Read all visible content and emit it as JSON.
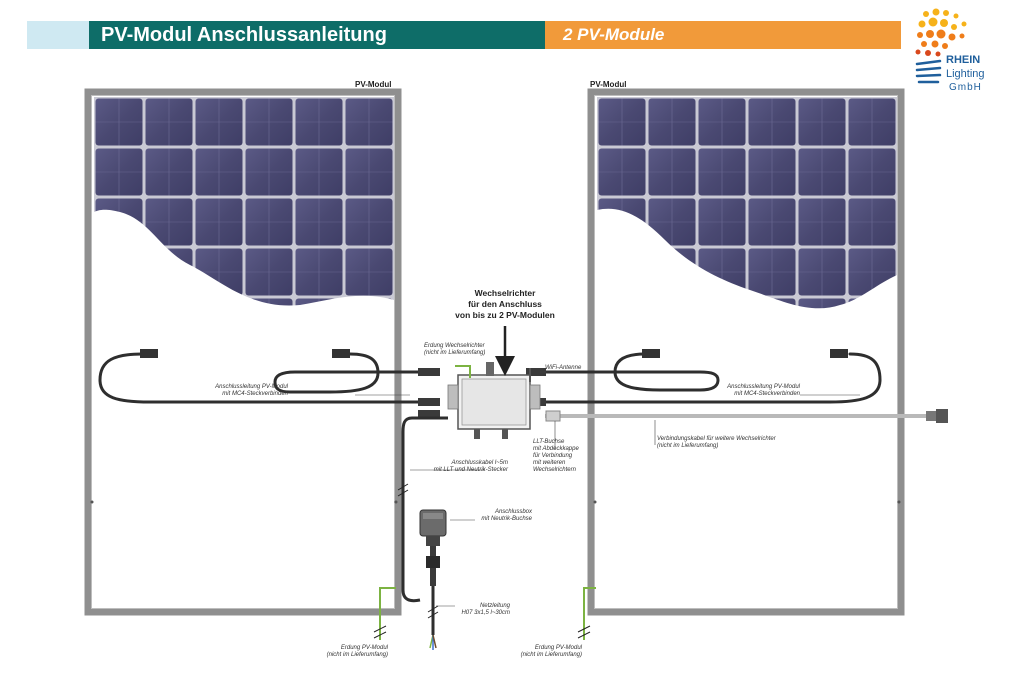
{
  "header": {
    "title": "PV-Modul Anschlussanleitung",
    "subtitle": "2 PV-Module"
  },
  "logo": {
    "line1": "RHEIN",
    "line2": "Lighting",
    "line3": "GmbH"
  },
  "panels": {
    "left_label": "PV-Modul",
    "right_label": "PV-Modul"
  },
  "inverter": {
    "title": "Wechselrichter\nfür den Anschluss\nvon bis zu 2 PV-Modulen"
  },
  "labels": {
    "ground_inverter": "Erdung Wechselrichter\n(nicht im Lieferumfang)",
    "wifi": "WiFi-Antenne",
    "cable_left": "Anschlussleitung PV-Modul\nmit MC4-Steckverbinden",
    "cable_right": "Anschlussleitung PV-Modul\nmit MC4-Steckverbinden",
    "llt": "LLT-Buchse\nmit Abdeckkappe\nfür Verbindung\nmit weiteren\nWechselrichtern",
    "connection_cable": "Verbindungskabel für weitere Wechselrichter\n(nicht im Lieferumfang)",
    "connection_lead": "Anschlusskabel l~5m\nmit LLT und Neutrik-Stecker",
    "junction_box": "Anschlussbox\nmit Neutrik-Buchse",
    "mains": "Netzleitung\nH07 3x1,5 l~30cm",
    "ground_left": "Erdung PV-Modul\n(nicht im Lieferumfang)",
    "ground_right": "Erdung PV-Modul\n(nicht im Lieferumfang)"
  },
  "colors": {
    "banner_title_bg": "#0e6d68",
    "banner_sub_bg": "#f19a3a",
    "banner_stub_bg": "#cfe9f2",
    "cell": "#4f4e78",
    "frame": "#8f8f8f",
    "ground_wire": "#7cb342"
  }
}
